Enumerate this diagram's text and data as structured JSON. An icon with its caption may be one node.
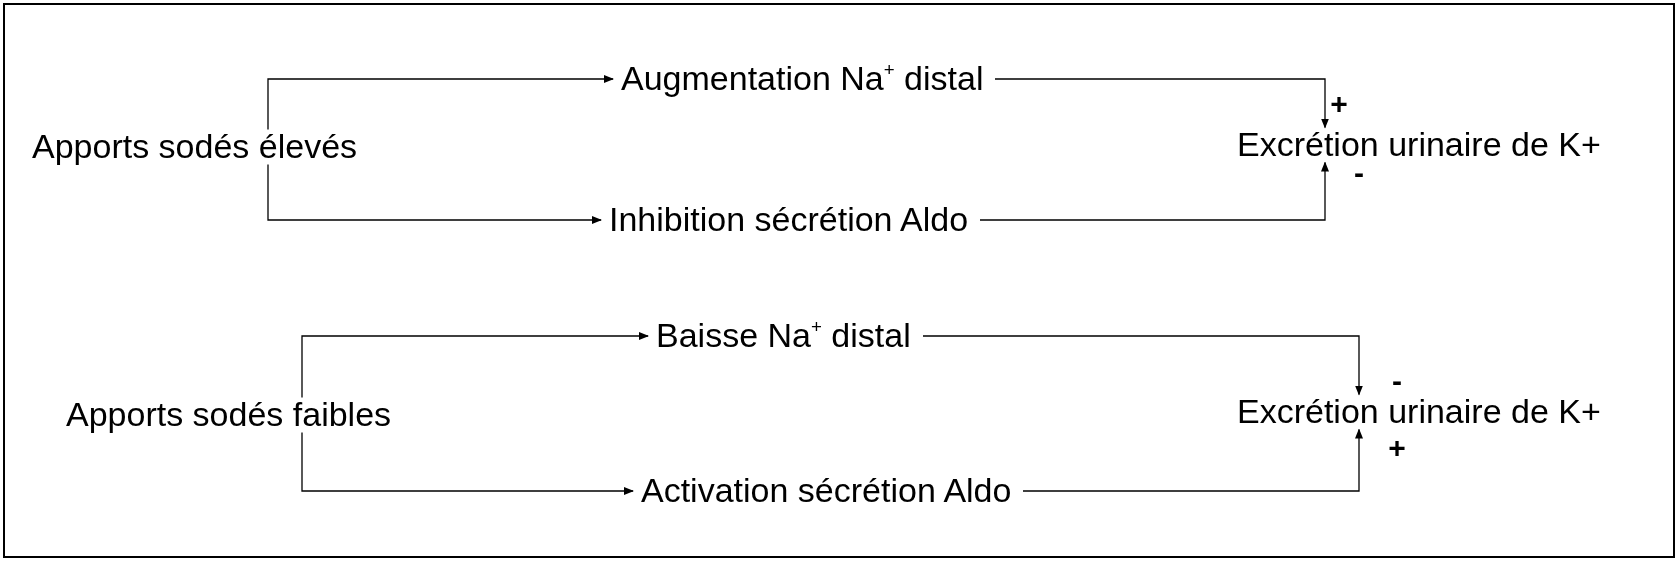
{
  "diagram": {
    "nodes": [
      {
        "text": [
          "Apports sodés élevés"
        ]
      },
      {
        "text": [
          "Augmentation Na$^{+}$ distal"
        ]
      },
      {
        "text": [
          "Inhibition sécrétion Aldo"
        ]
      },
      {
        "text": [
          "Excrétion urinaire de K+"
        ]
      },
      {
        "text": [
          "Apports sodés faibles"
        ]
      },
      {
        "text": [
          "Baisse Na$^{+}$ distal"
        ]
      },
      {
        "text": [
          "Activation sécrétion Aldo"
        ]
      },
      {
        "text": [
          "Excrétion urinaire de K+"
        ]
      }
    ],
    "edges": [
      {
        "from": 0,
        "to": 1,
        "arrow": "to"
      },
      {
        "from": 0,
        "to": 2,
        "arrow": "to"
      },
      {
        "from": 1,
        "to": 3,
        "arrow": "to",
        "label": "+"
      },
      {
        "from": 2,
        "to": 3,
        "arrow": "to",
        "label": "-"
      },
      {
        "from": 4,
        "to": 5,
        "arrow": "to"
      },
      {
        "from": 4,
        "to": 6,
        "arrow": "to"
      },
      {
        "from": 5,
        "to": 7,
        "arrow": "to",
        "label": "-"
      },
      {
        "from": 6,
        "to": 7,
        "arrow": "to",
        "label": "+"
      }
    ]
  }
}
